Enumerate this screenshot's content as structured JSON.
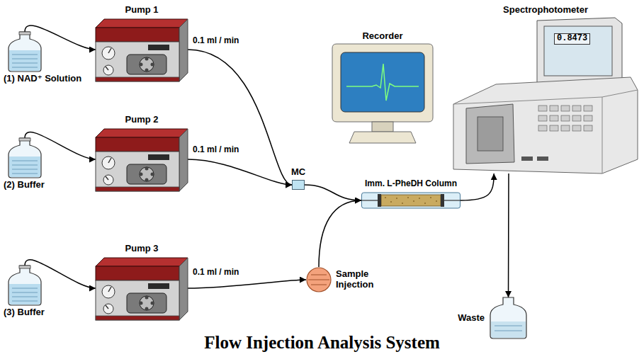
{
  "diagram": {
    "title": "Flow Injection Analysis System",
    "nodes": [
      {
        "text": [
          "(1) NAD⁺ Solution"
        ]
      },
      {
        "text": [
          "Pump 1"
        ]
      },
      {
        "text": [
          "(2) Buffer"
        ]
      },
      {
        "text": [
          "Pump 2"
        ]
      },
      {
        "text": [
          "(3) Buffer"
        ]
      },
      {
        "text": [
          "Pump 3"
        ]
      },
      {
        "text": [
          "MC"
        ]
      },
      {
        "text": [
          "Sample Injection"
        ]
      },
      {
        "text": [
          "Imm. L-PheDH Column"
        ]
      },
      {
        "text": [
          "Spectrophotometer",
          "0.8473"
        ]
      },
      {
        "text": [
          "Recorder"
        ]
      },
      {
        "text": [
          "Waste"
        ]
      }
    ],
    "edges": [
      {
        "from": 0,
        "to": 1,
        "arrow": "to"
      },
      {
        "from": 2,
        "to": 3,
        "arrow": "to"
      },
      {
        "from": 4,
        "to": 5,
        "arrow": "to"
      },
      {
        "from": 1,
        "to": 6,
        "label": "0.1 ml / min",
        "arrow": "to"
      },
      {
        "from": 3,
        "to": 6,
        "label": "0.1 ml / min",
        "arrow": "to"
      },
      {
        "from": 5,
        "to": 7,
        "label": "0.1 ml / min",
        "arrow": "to"
      },
      {
        "from": 6,
        "to": 8,
        "arrow": "to"
      },
      {
        "from": 7,
        "to": 8,
        "arrow": "to"
      },
      {
        "from": 8,
        "to": 9,
        "arrow": "to"
      },
      {
        "from": 9,
        "to": 11,
        "arrow": "to"
      }
    ]
  }
}
